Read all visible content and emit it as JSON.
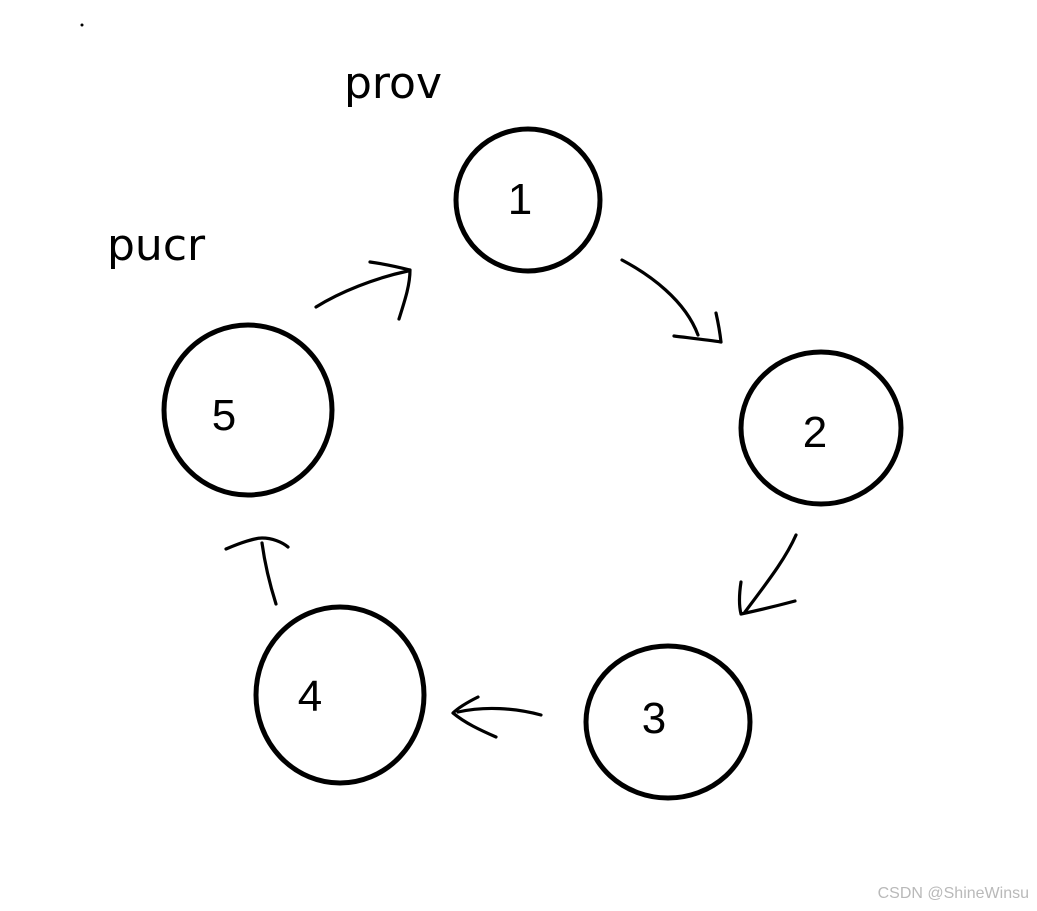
{
  "nodes": [
    {
      "label": "1"
    },
    {
      "label": "2"
    },
    {
      "label": "3"
    },
    {
      "label": "4"
    },
    {
      "label": "5"
    }
  ],
  "edges": [
    {
      "from": "1",
      "to": "2"
    },
    {
      "from": "2",
      "to": "3"
    },
    {
      "from": "3",
      "to": "4"
    },
    {
      "from": "4",
      "to": "5"
    },
    {
      "from": "5",
      "to": "1"
    }
  ],
  "pointers": {
    "prov": "prov",
    "pucr": "pucr"
  },
  "watermark": "CSDN @ShineWinsu",
  "colors": {
    "ink": "#000000",
    "background": "#ffffff",
    "watermark": "#b9b9b9"
  }
}
